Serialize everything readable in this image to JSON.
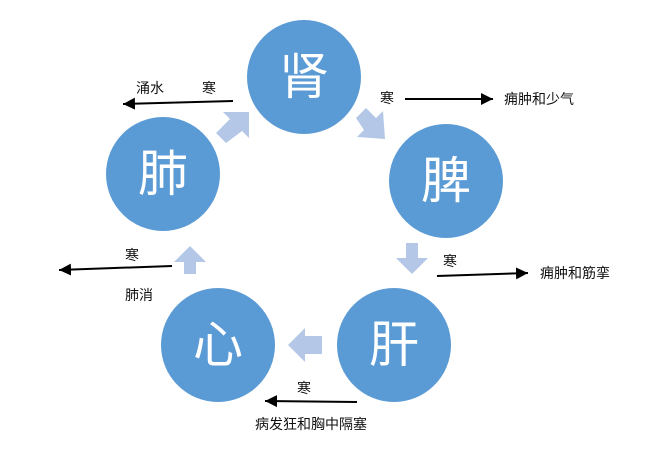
{
  "colors": {
    "circle": "#5B9BD5",
    "cycle_arrow": "#B4C7E7",
    "effect_arrow": "#000000",
    "text": "#111111"
  },
  "organs": {
    "kidney": "肾",
    "spleen": "脾",
    "liver": "肝",
    "heart": "心",
    "lung": "肺"
  },
  "effects": {
    "kidney": {
      "cause": "寒",
      "result": "涌水"
    },
    "spleen": {
      "cause": "寒",
      "result": "痈肿和少气"
    },
    "liver": {
      "cause": "寒",
      "result": "痈肿和筋挛"
    },
    "heart": {
      "cause": "寒",
      "result": "病发狂和胸中隔塞"
    },
    "lung": {
      "cause": "寒",
      "result": "肺消"
    }
  },
  "cycle": [
    {
      "from": "kidney",
      "to": "spleen"
    },
    {
      "from": "spleen",
      "to": "liver"
    },
    {
      "from": "liver",
      "to": "heart"
    },
    {
      "from": "heart",
      "to": "lung"
    },
    {
      "from": "lung",
      "to": "kidney"
    }
  ]
}
